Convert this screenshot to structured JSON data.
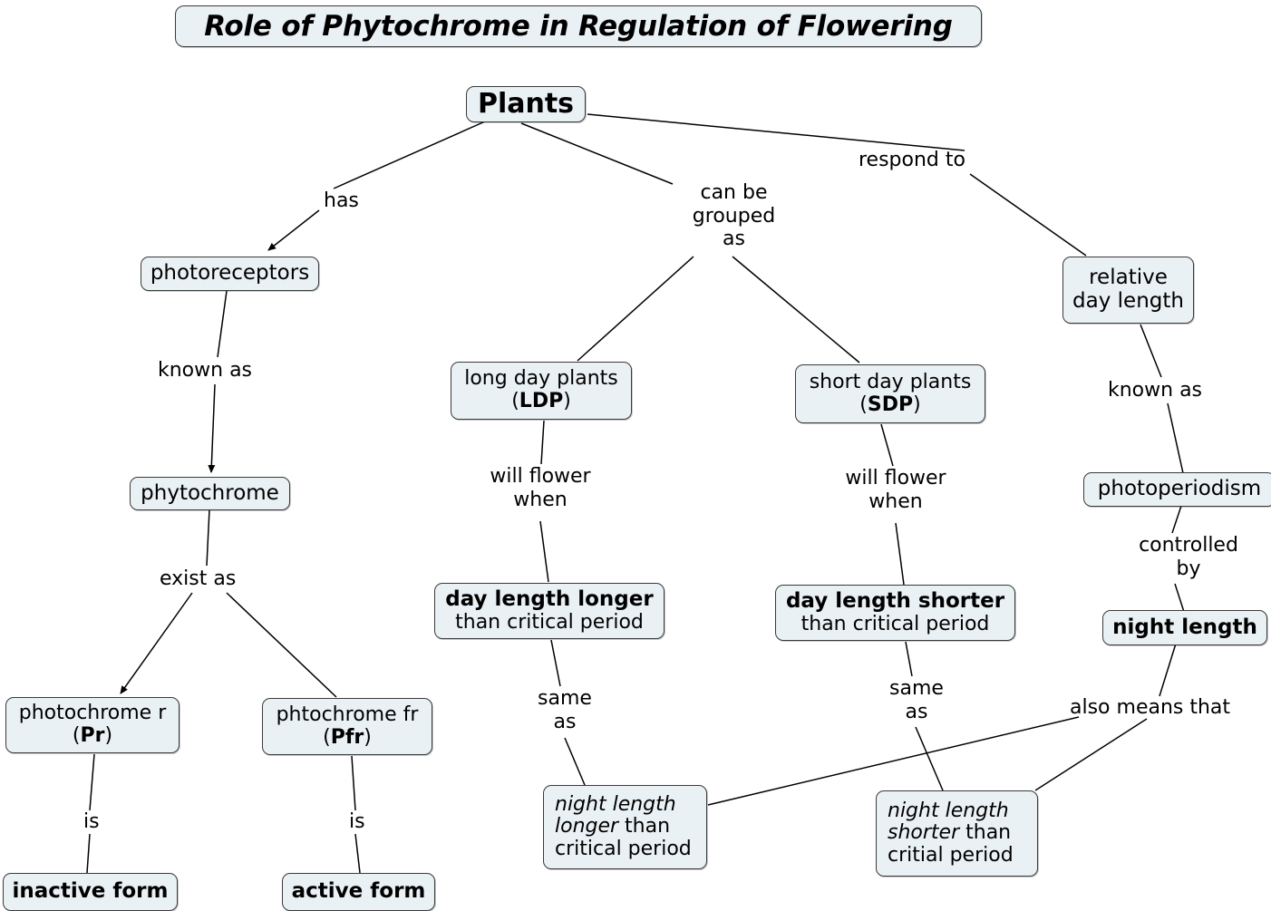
{
  "diagram": {
    "title": "Role of Phytochrome in Regulation of Flowering",
    "type": "concept-map",
    "colors": {
      "node_fill": "#eaf1f4",
      "node_border": "#3a3a3a",
      "edge": "#000000",
      "text": "#000000",
      "background": "#ffffff"
    }
  },
  "nodes": {
    "title": {
      "text": "Role of Phytochrome in Regulation of Flowering"
    },
    "plants": {
      "text": "Plants"
    },
    "photoreceptors": {
      "text": "photoreceptors"
    },
    "phytochrome": {
      "text": "phytochrome"
    },
    "pr": {
      "line1": "photochrome r",
      "line2_pre": "(",
      "line2_bold": "Pr",
      "line2_post": ")"
    },
    "pfr": {
      "line1": "phtochrome fr",
      "line2_pre": "(",
      "line2_bold": "Pfr",
      "line2_post": ")"
    },
    "inactive_form": {
      "text": "inactive form"
    },
    "active_form": {
      "text": "active form"
    },
    "ldp": {
      "line1": "long day plants",
      "line2_pre": "(",
      "line2_bold": "LDP",
      "line2_post": ")"
    },
    "sdp": {
      "line1": "short day plants",
      "line2_pre": "(",
      "line2_bold": "SDP",
      "line2_post": ")"
    },
    "day_longer": {
      "line1": "day length longer",
      "line2": "than critical period"
    },
    "day_shorter": {
      "line1": "day length shorter",
      "line2": "than critical period"
    },
    "night_longer": {
      "line1_i": "night length",
      "line2_i": "longer",
      "line2_n": " than",
      "line3": "critical period"
    },
    "night_shorter": {
      "line1_i": "night length",
      "line2_i": "shorter",
      "line2_n": " than",
      "line3": "critial period"
    },
    "relative_day_length": {
      "line1": "relative",
      "line2": "day length"
    },
    "photoperiodism": {
      "text": "photoperiodism"
    },
    "night_length": {
      "text": "night length"
    }
  },
  "edge_labels": {
    "has": "has",
    "can_be_grouped_as_1": "can be",
    "can_be_grouped_as_2": "grouped",
    "can_be_grouped_as_3": "as",
    "respond_to": "respond to",
    "known_as_left": "known as",
    "exist_as": "exist as",
    "is_left": "is",
    "is_right": "is",
    "will_flower_when_ldp_1": "will flower",
    "will_flower_when_ldp_2": "when",
    "will_flower_when_sdp_1": "will flower",
    "will_flower_when_sdp_2": "when",
    "same_as_ldp_1": "same",
    "same_as_ldp_2": "as",
    "same_as_sdp_1": "same",
    "same_as_sdp_2": "as",
    "known_as_right": "known as",
    "controlled_by_1": "controlled",
    "controlled_by_2": "by",
    "also_means_that": "also means that"
  }
}
